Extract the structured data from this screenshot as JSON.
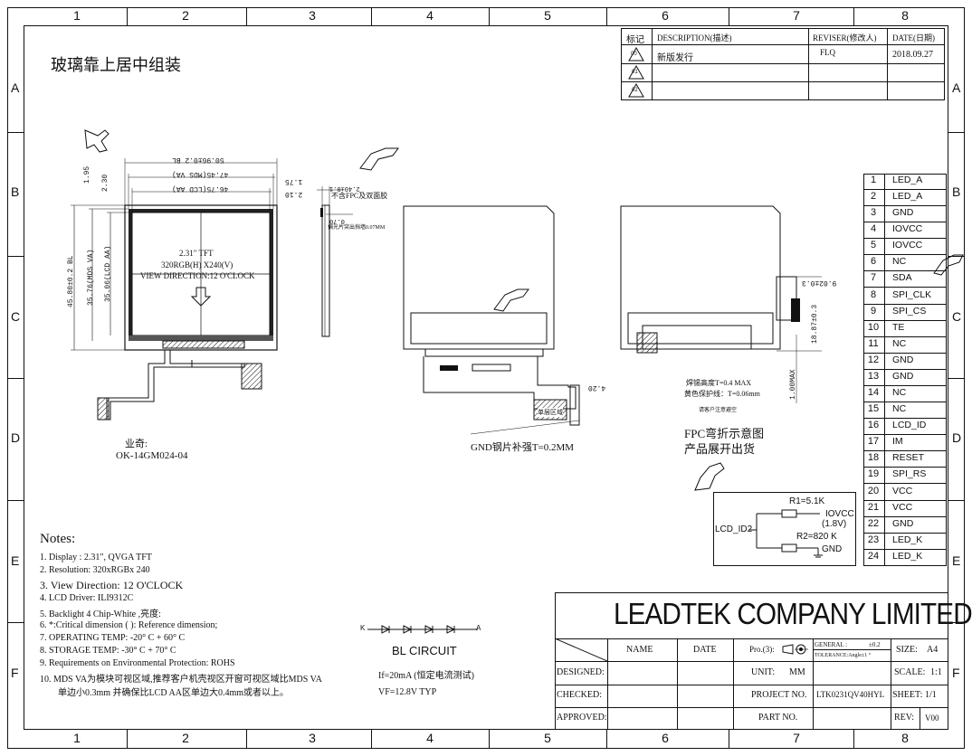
{
  "zones": {
    "columns": [
      "1",
      "2",
      "3",
      "4",
      "5",
      "6",
      "7",
      "8"
    ],
    "rows": [
      "A",
      "B",
      "C",
      "D",
      "E",
      "F"
    ]
  },
  "drawing_title": "玻璃靠上居中组装",
  "revision_table": {
    "headers": {
      "mark": "标记",
      "description": "DESCRIPTION(描述)",
      "reviser": "REVISER(修改人)",
      "date": "DATE(日期)"
    },
    "rows": [
      {
        "mark": "00",
        "description": "新版发行",
        "reviser": "FLQ",
        "date": "2018.09.27"
      },
      {
        "mark": "01",
        "description": "",
        "reviser": "",
        "date": ""
      },
      {
        "mark": "02",
        "description": "",
        "reviser": "",
        "date": ""
      }
    ]
  },
  "front_view": {
    "dim_bl_width": "50.96±0.2 BL",
    "dim_mds_va": "47.45(MDS VA)",
    "dim_lcd_aa": "46.75(LCD AA)",
    "dim_top_195": "1.95",
    "dim_top_230": "2.30",
    "dim_right_175": "1.75",
    "dim_right_210": "2.10",
    "dim_bl_height": "45.80±0.2 BL",
    "dim_mds_va_h": "35.76(MDS VA)",
    "dim_lcd_aa_h": "35.06(LCD AA)",
    "panel_line1": "2.31\" TFT",
    "panel_line2": "320RGB(H) X240(V)",
    "panel_line3": "VIEW DIRECTION:12 O'CLOCK",
    "connector_label1": "业奇:",
    "connector_label2": "OK-14GM024-04"
  },
  "side_view": {
    "dim_thickness": "2.40±0.1",
    "note_tape": "不含FPC及双面胶",
    "dim_070": "0.70",
    "note_protrude": "偏光片突出挡墙0.07MM"
  },
  "back_view": {
    "stiffener_label": "GND钢片补强T=0.2MM",
    "dim_420": "4.20",
    "shield_label": "单层区域"
  },
  "bend_view": {
    "dim_902": "9.02±0.3",
    "dim_1887": "18.87±0.3",
    "dim_100max": "1.00MAX",
    "solder_height": "焊锡高度T=0.4 MAX",
    "tape_note": "黄色保护线：T=0.06mm",
    "customer_note": "请客户注意避空",
    "bend_title": "FPC弯折示意图",
    "ship_note": "产品展开出货"
  },
  "pins": [
    {
      "no": "1",
      "name": "LED_A"
    },
    {
      "no": "2",
      "name": "LED_A"
    },
    {
      "no": "3",
      "name": "GND"
    },
    {
      "no": "4",
      "name": "IOVCC"
    },
    {
      "no": "5",
      "name": "IOVCC"
    },
    {
      "no": "6",
      "name": "NC"
    },
    {
      "no": "7",
      "name": "SDA"
    },
    {
      "no": "8",
      "name": "SPI_CLK"
    },
    {
      "no": "9",
      "name": "SPI_CS"
    },
    {
      "no": "10",
      "name": "TE"
    },
    {
      "no": "11",
      "name": "NC"
    },
    {
      "no": "12",
      "name": "GND"
    },
    {
      "no": "13",
      "name": "GND"
    },
    {
      "no": "14",
      "name": "NC"
    },
    {
      "no": "15",
      "name": "NC"
    },
    {
      "no": "16",
      "name": "LCD_ID"
    },
    {
      "no": "17",
      "name": "IM"
    },
    {
      "no": "18",
      "name": "RESET"
    },
    {
      "no": "19",
      "name": "SPI_RS"
    },
    {
      "no": "20",
      "name": "VCC"
    },
    {
      "no": "21",
      "name": "VCC"
    },
    {
      "no": "22",
      "name": "GND"
    },
    {
      "no": "23",
      "name": "LED_K"
    },
    {
      "no": "24",
      "name": "LED_K"
    }
  ],
  "id_circuit": {
    "r1": "R1=5.1K",
    "iovcc": "IOVCC",
    "iovcc_v": "(1.8V)",
    "lcd_id": "LCD_ID2",
    "r2": "R2=820 K",
    "gnd": "GND"
  },
  "notes": {
    "title": "Notes:",
    "items": [
      "1. Display : 2.31\", QVGA TFT",
      "2. Resolution:  320xRGBx 240",
      "3. View Direction: 12 O'CLOCK",
      "4. LCD Driver:  ILI9312C",
      "5. Backlight  4 Chip-White ,亮度:",
      "6. *:Critical dimension  ( ): Reference dimension;",
      "7. OPERATING TEMP: -20° C  + 60° C",
      "8. STORAGE TEMP: -30° C  + 70° C",
      "9. Requirements on Environmental Protection: ROHS",
      "10. MDS VA为模块可视区域,推荐客户机壳视区开窗可视区域比MDS VA",
      "单边小0.3mm 并确保比LCD AA区单边大0.4mm或者以上。"
    ]
  },
  "bl_circuit": {
    "k": "K",
    "a": "A",
    "title": "BL CIRCUIT",
    "if": "If=20mA (恒定电流测试)",
    "vf": "VF=12.8V TYP"
  },
  "title_block": {
    "company": "LEADTEK COMPANY LIMITED",
    "name": "NAME",
    "date": "DATE",
    "pro": "Pro.(3):",
    "general": "GENERAL :",
    "general_v": "±0.2",
    "tolerance": "TOLERANCE:Angle±1 °",
    "size_lbl": "SIZE:",
    "size_val": "A4",
    "designed": "DESIGNED:",
    "unit_lbl": "UNIT:",
    "unit_val": "MM",
    "scale_lbl": "SCALE:",
    "scale_val": "1:1",
    "checked": "CHECKED:",
    "project_no": "PROJECT NO.",
    "project_val": "LTK0231QV40HYL",
    "sheet_lbl": "SHEET:",
    "sheet_val": "1/1",
    "approved": "APPROVED:",
    "part_no": "PART NO.",
    "rev_lbl": "REV:",
    "rev_val": "V00"
  }
}
